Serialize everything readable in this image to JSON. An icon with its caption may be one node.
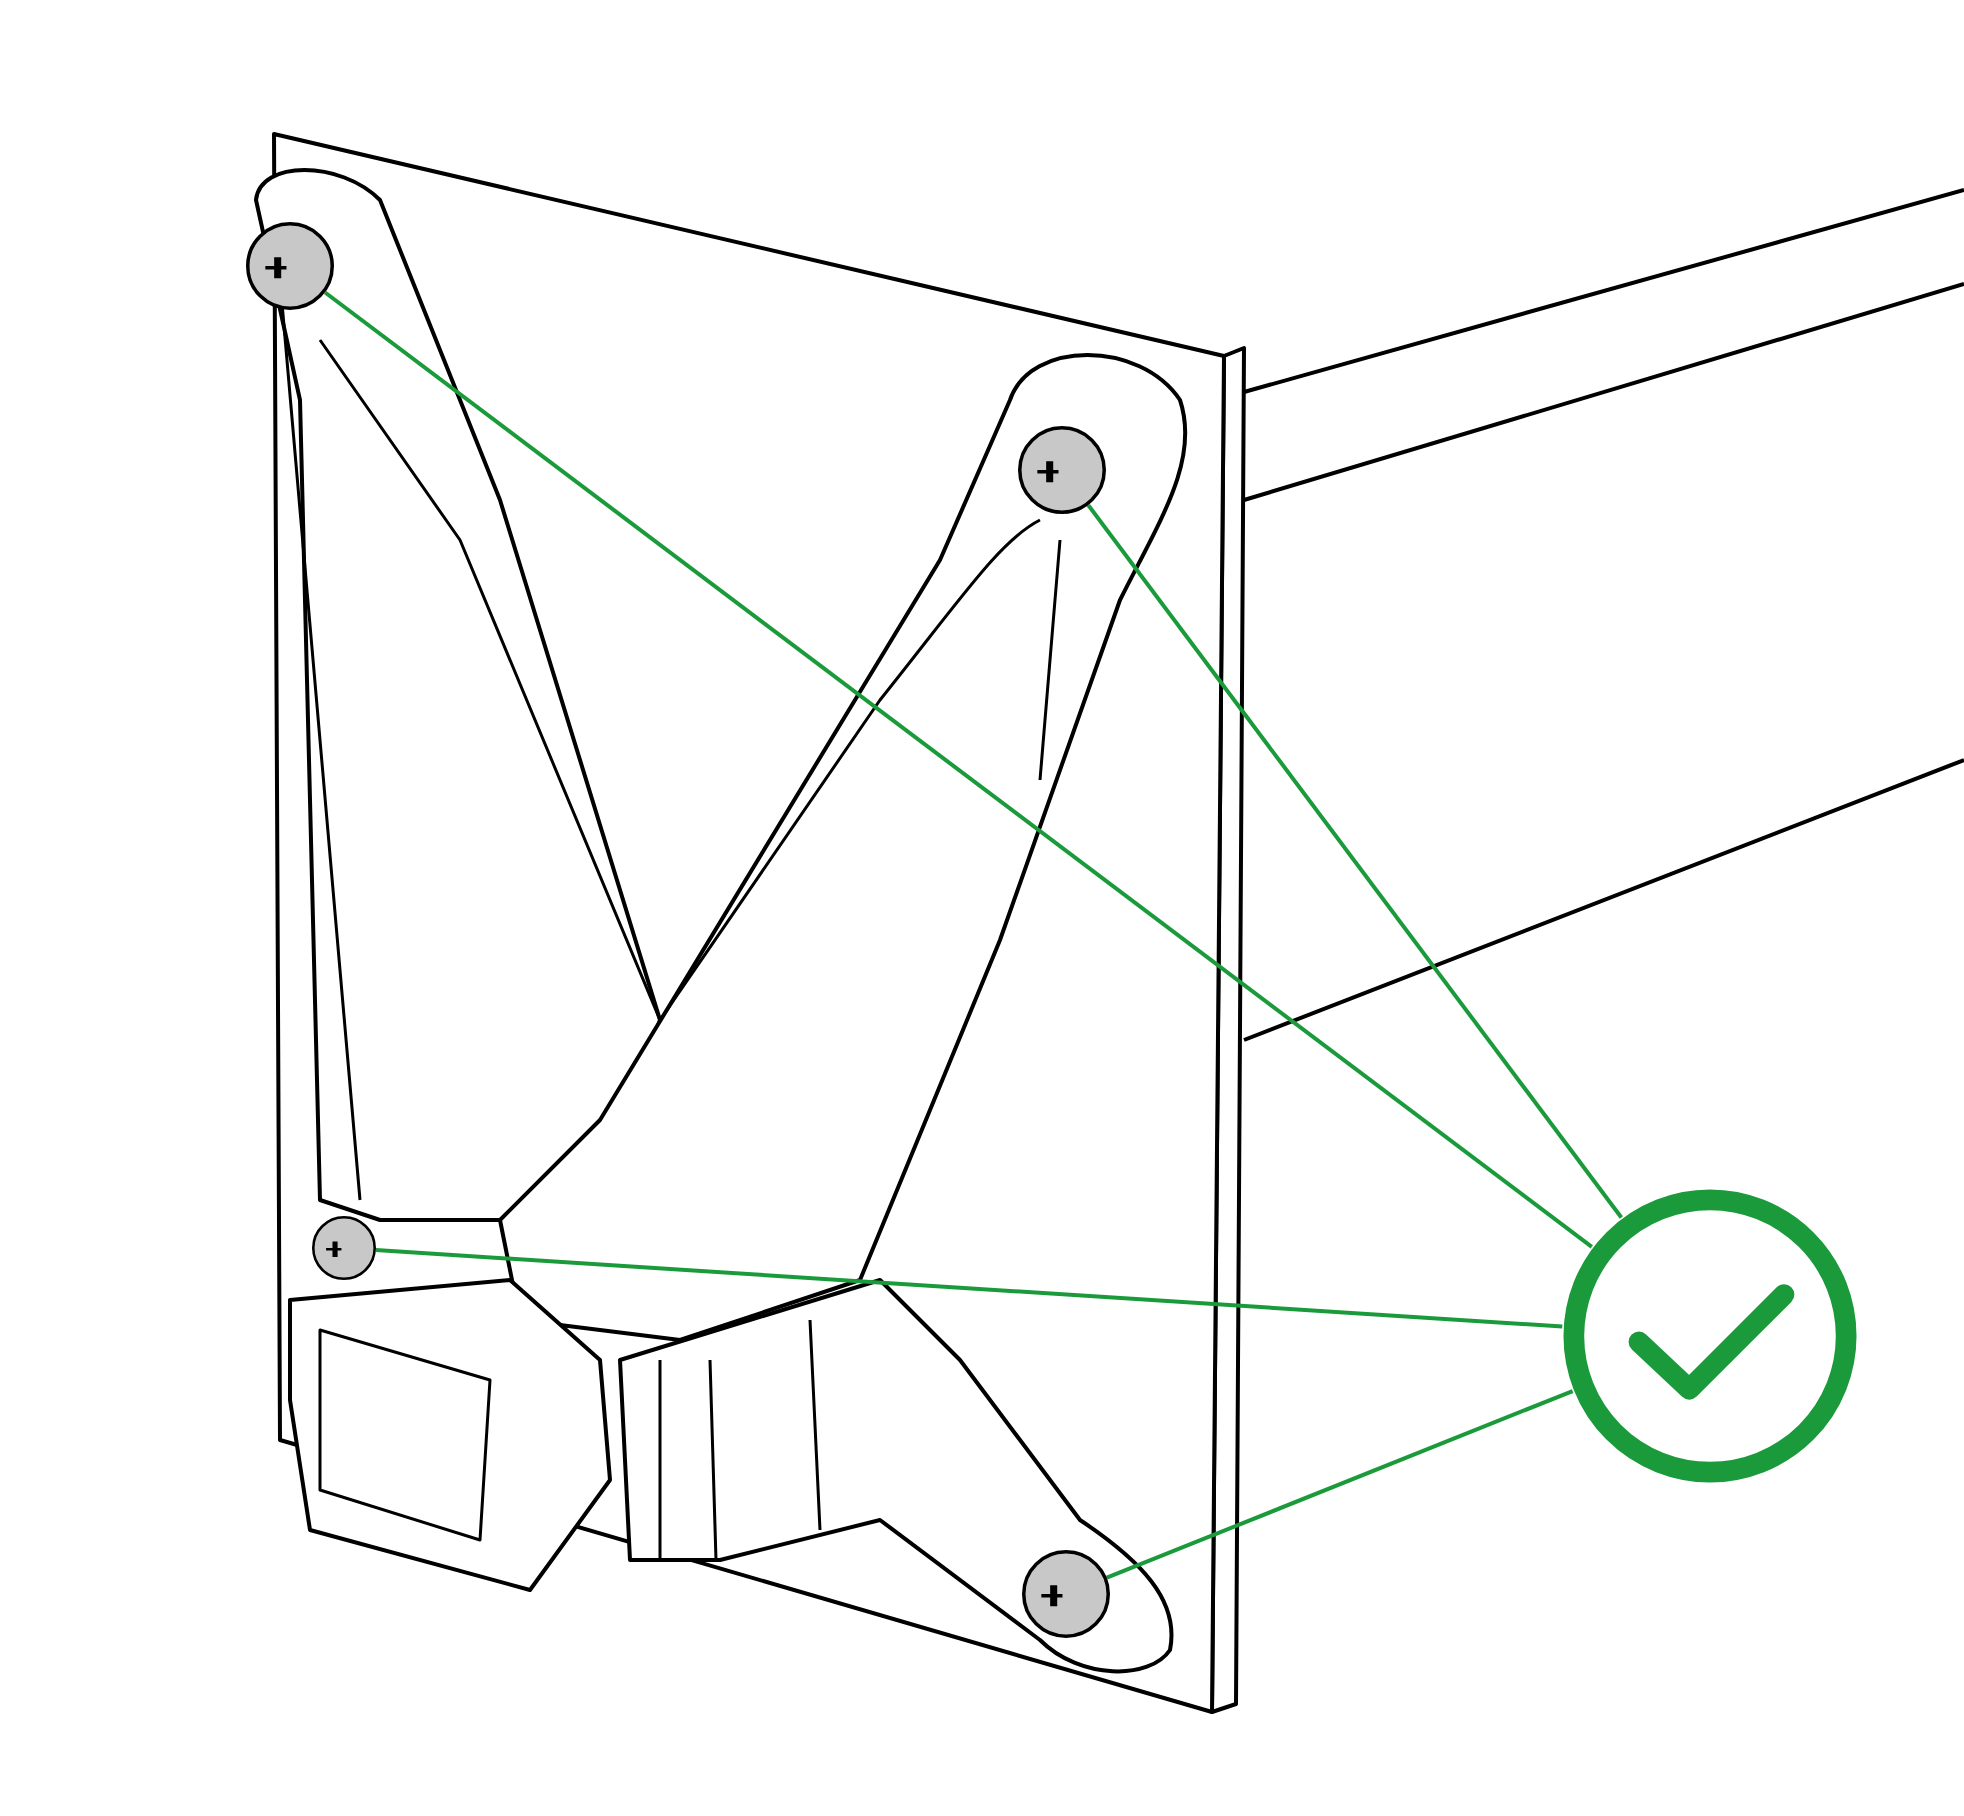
{
  "diagram": {
    "nodes": [
      {
        "text": [],
        "shape": "circle"
      },
      {
        "text": [],
        "shape": "circle"
      },
      {
        "text": [],
        "shape": "circle"
      },
      {
        "text": [],
        "shape": "circle"
      },
      {
        "text": [],
        "shape": "picture"
      }
    ],
    "edges": [
      {
        "from": 4,
        "to": 0,
        "arrow": "none"
      },
      {
        "from": 4,
        "to": 1,
        "arrow": "none"
      },
      {
        "from": 4,
        "to": 2,
        "arrow": "none"
      },
      {
        "from": 4,
        "to": 3,
        "arrow": "none"
      }
    ]
  }
}
